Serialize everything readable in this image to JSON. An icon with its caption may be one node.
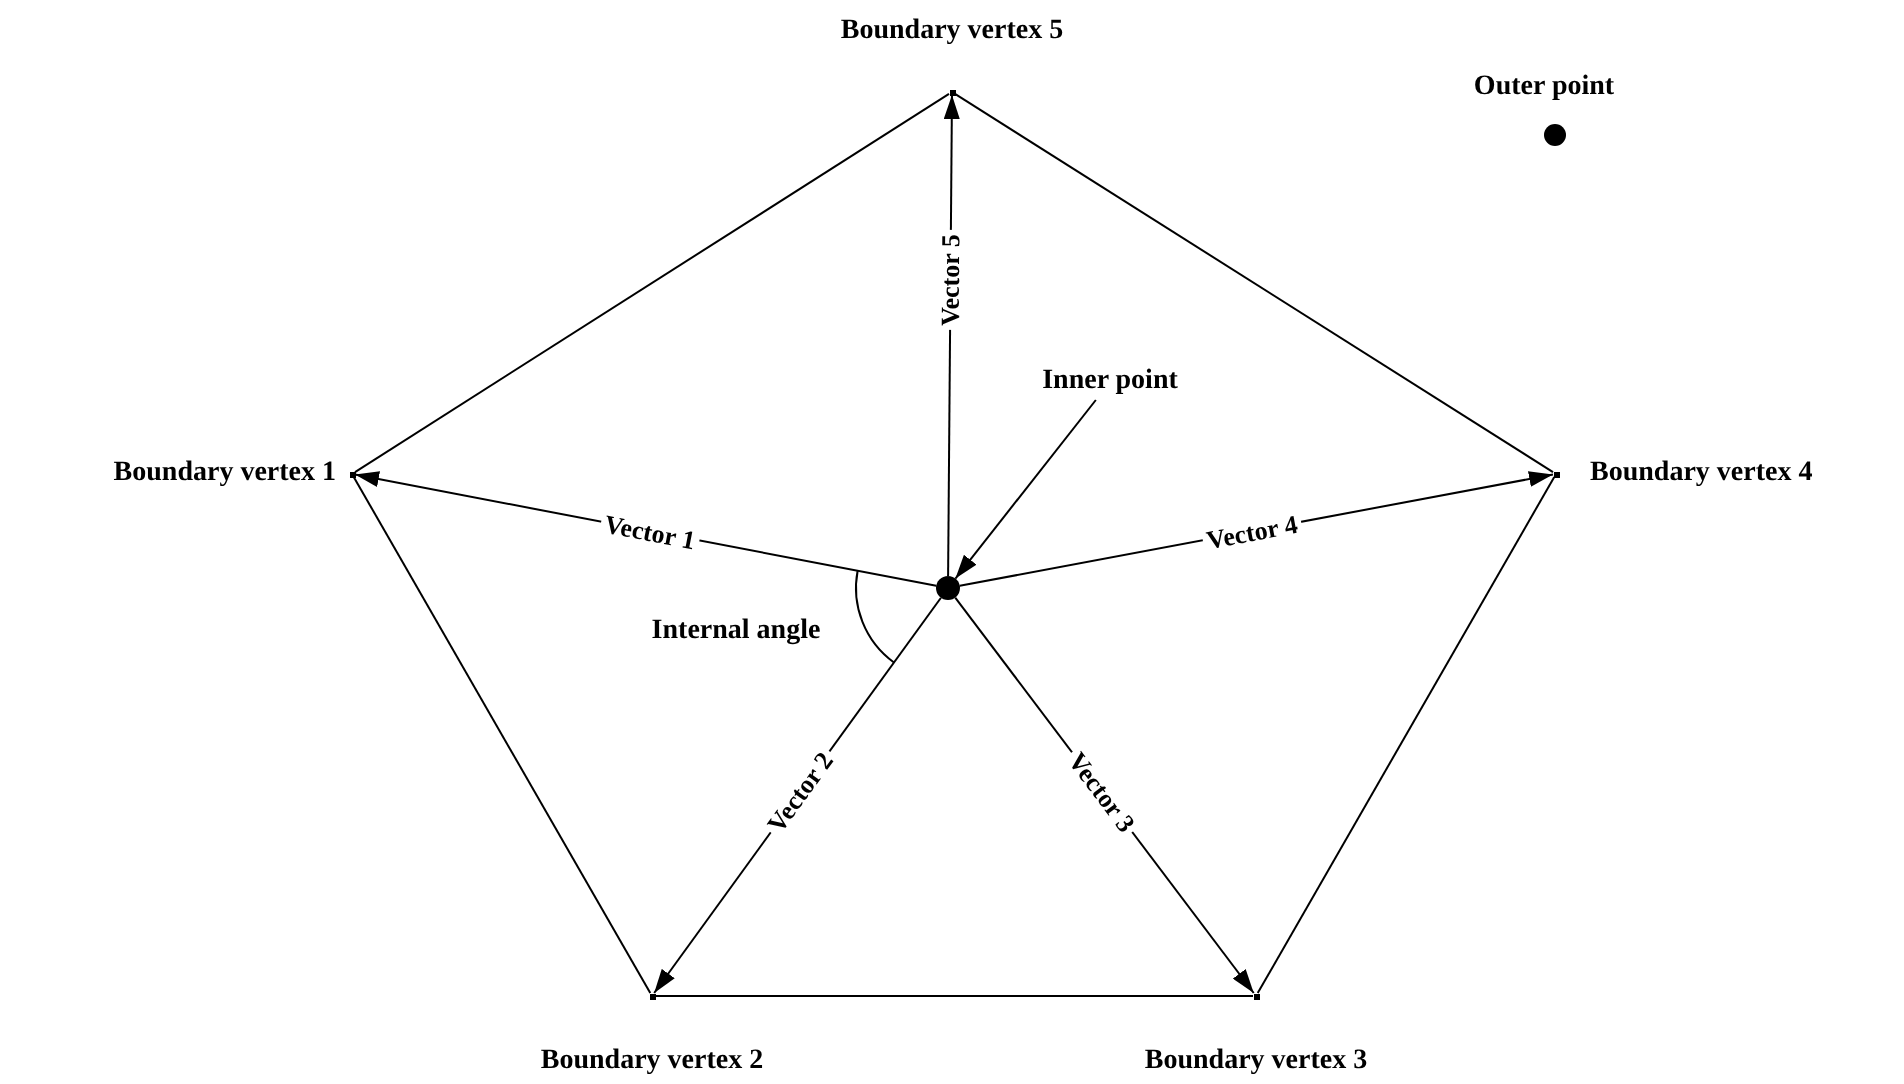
{
  "diagram": {
    "nodes": [
      {
        "text": [],
        "shape": "circle"
      },
      {
        "text": [],
        "shape": "point",
        "beside": [
          "Boundary vertex 1"
        ]
      },
      {
        "text": [],
        "shape": "point",
        "beside": [
          "Boundary vertex 2"
        ]
      },
      {
        "text": [],
        "shape": "point",
        "beside": [
          "Boundary vertex 3"
        ]
      },
      {
        "text": [],
        "shape": "point",
        "beside": [
          "Boundary vertex 4"
        ]
      },
      {
        "text": [],
        "shape": "point",
        "beside": [
          "Boundary vertex 5"
        ]
      },
      {
        "text": [
          "Inner point"
        ]
      },
      {
        "text": [],
        "shape": "circle",
        "beside": [
          "Outer point"
        ]
      }
    ],
    "edges": [
      {
        "from": 1,
        "to": 2,
        "arrow": "none"
      },
      {
        "from": 2,
        "to": 3,
        "arrow": "none"
      },
      {
        "from": 3,
        "to": 4,
        "arrow": "none"
      },
      {
        "from": 4,
        "to": 5,
        "arrow": "none"
      },
      {
        "from": 5,
        "to": 1,
        "arrow": "none"
      },
      {
        "from": 0,
        "to": 1,
        "arrow": "to",
        "label": "Vector 1"
      },
      {
        "from": 0,
        "to": 2,
        "arrow": "to",
        "label": "Vector 2"
      },
      {
        "from": 0,
        "to": 3,
        "arrow": "to",
        "label": "Vector 3"
      },
      {
        "from": 0,
        "to": 4,
        "arrow": "to",
        "label": "Vector 4"
      },
      {
        "from": 0,
        "to": 5,
        "arrow": "to",
        "label": "Vector 5"
      },
      {
        "from": 6,
        "to": 0,
        "arrow": "to"
      }
    ],
    "labels": [
      "Internal angle"
    ]
  }
}
